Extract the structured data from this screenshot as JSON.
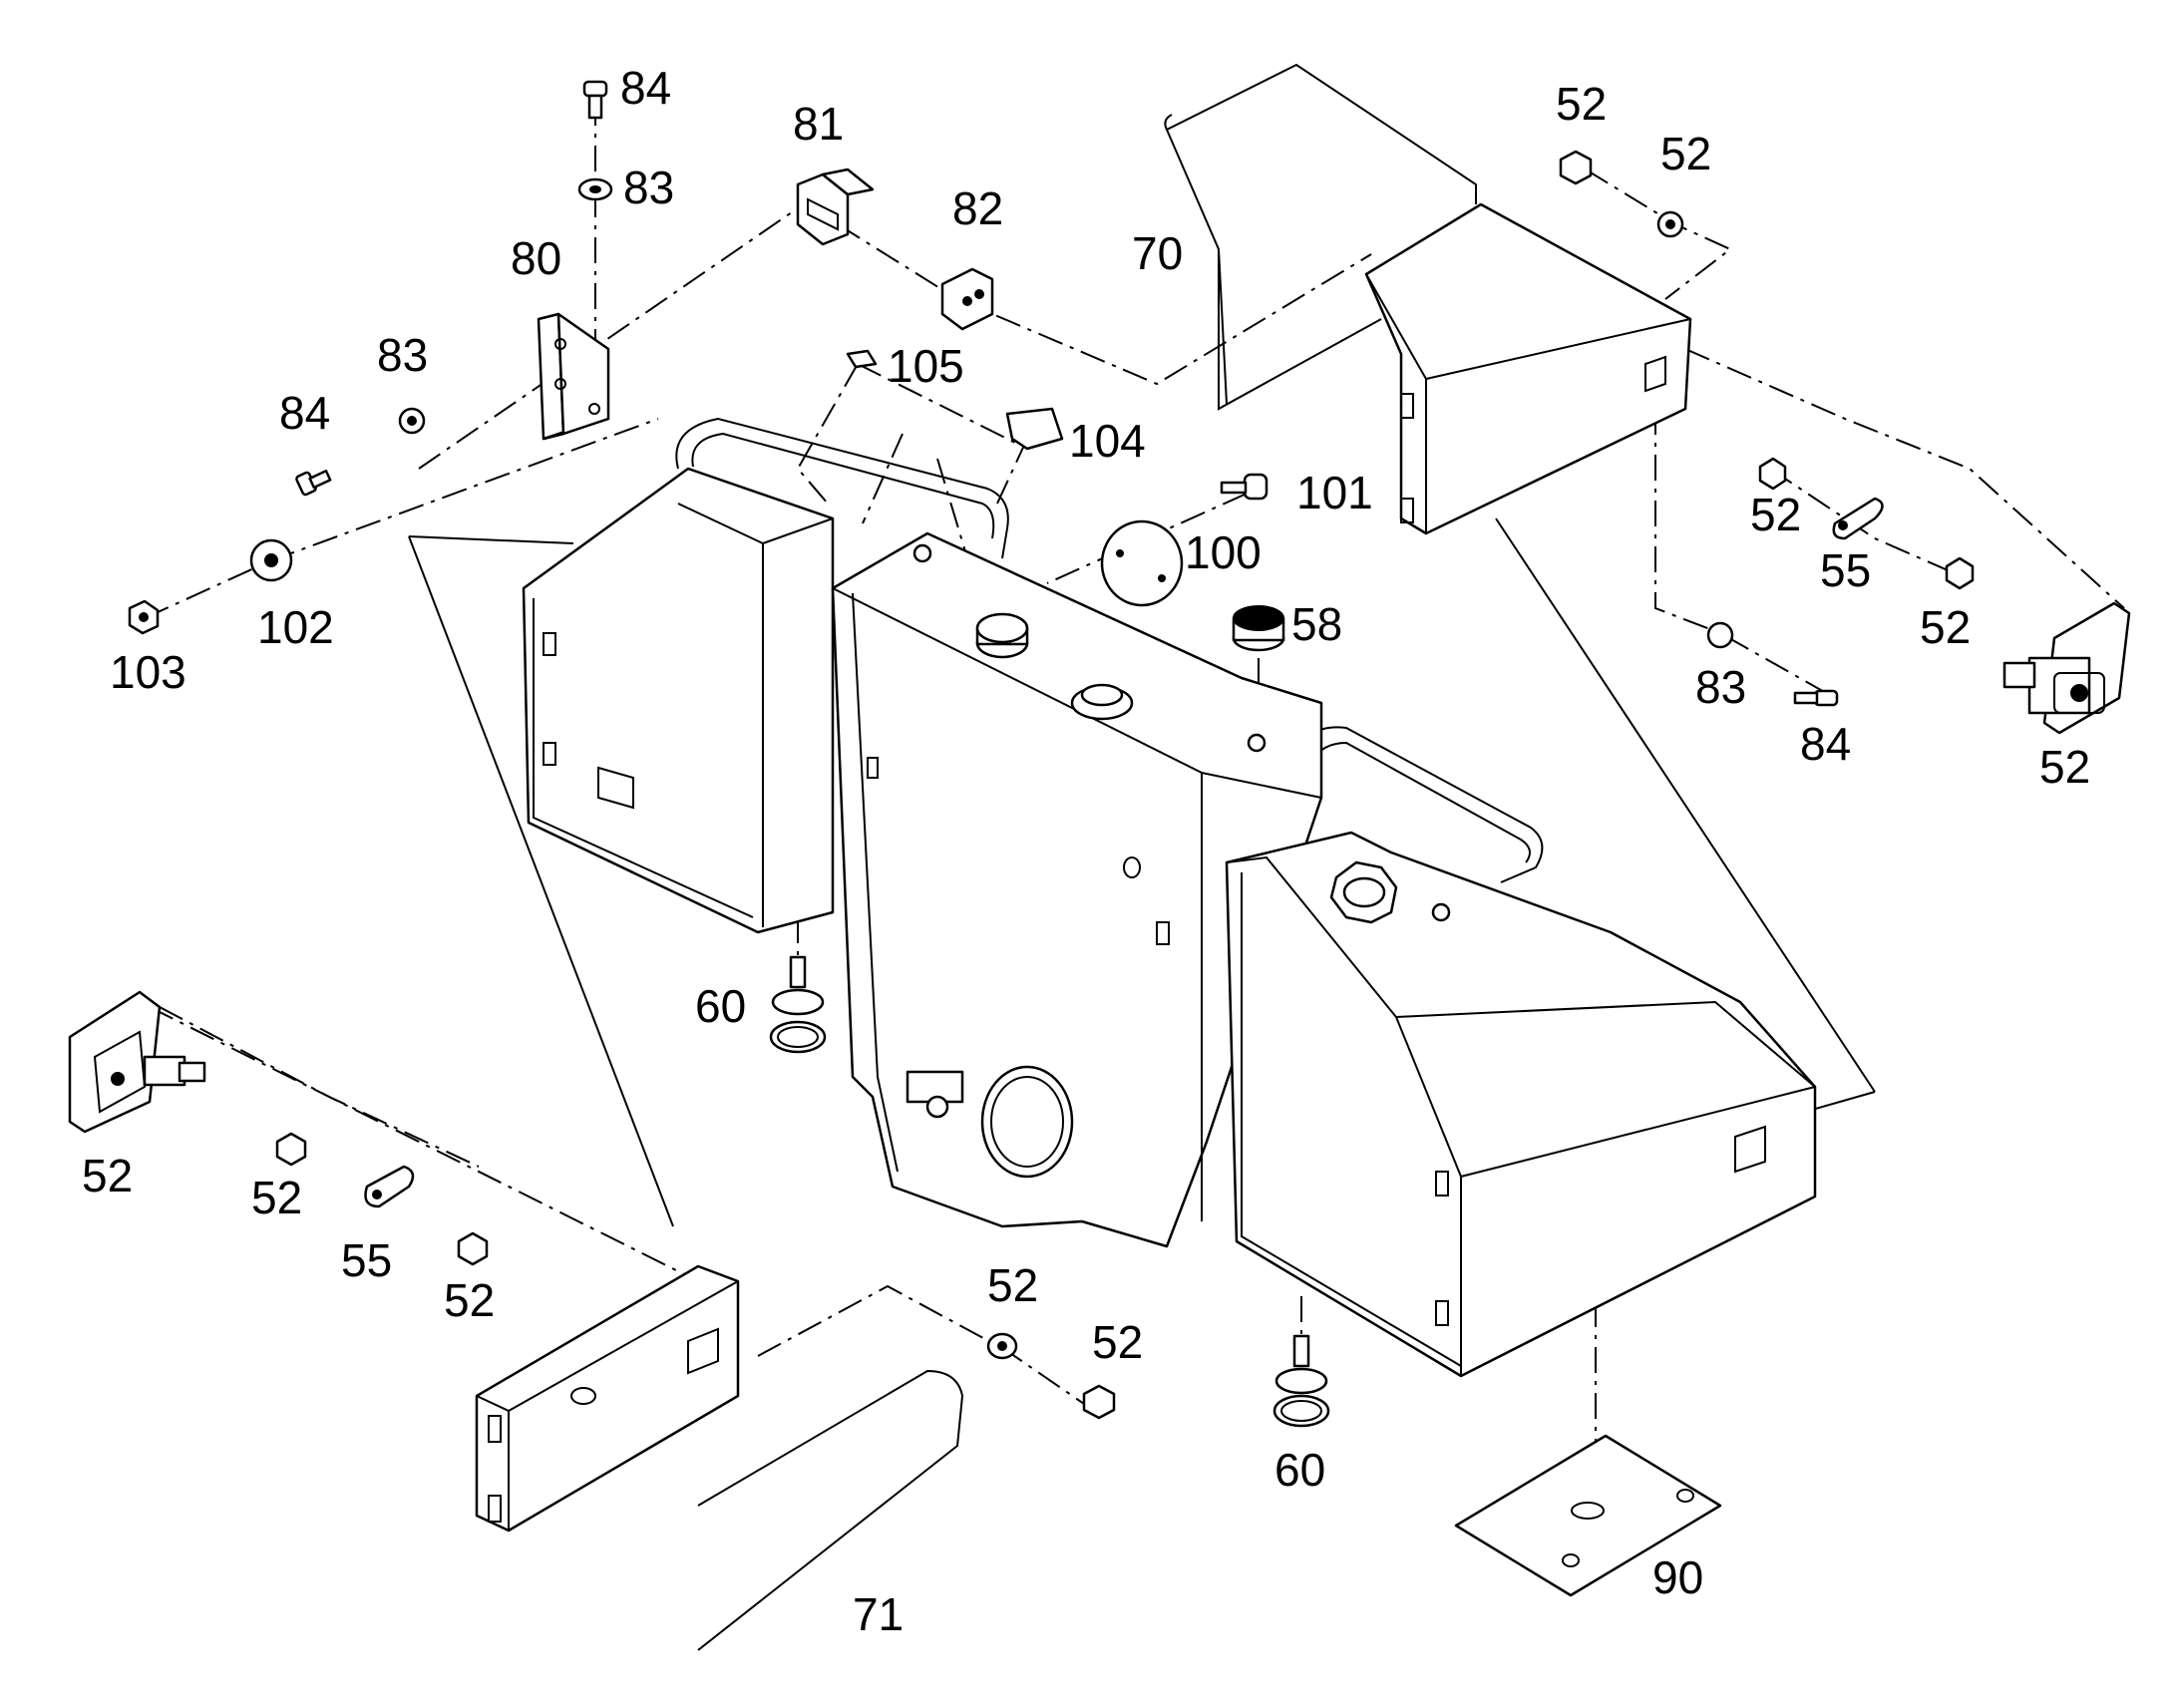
{
  "callouts": [
    {
      "id": "c84a",
      "text": "84"
    },
    {
      "id": "c83a",
      "text": "83"
    },
    {
      "id": "c81",
      "text": "81"
    },
    {
      "id": "c82",
      "text": "82"
    },
    {
      "id": "c80",
      "text": "80"
    },
    {
      "id": "c83b",
      "text": "83"
    },
    {
      "id": "c84b",
      "text": "84"
    },
    {
      "id": "c102",
      "text": "102"
    },
    {
      "id": "c103",
      "text": "103"
    },
    {
      "id": "c105",
      "text": "105"
    },
    {
      "id": "c104",
      "text": "104"
    },
    {
      "id": "c70",
      "text": "70"
    },
    {
      "id": "c101",
      "text": "101"
    },
    {
      "id": "c100",
      "text": "100"
    },
    {
      "id": "c58",
      "text": "58"
    },
    {
      "id": "c52a",
      "text": "52"
    },
    {
      "id": "c52b",
      "text": "52"
    },
    {
      "id": "c52c",
      "text": "52"
    },
    {
      "id": "c55a",
      "text": "55"
    },
    {
      "id": "c52d",
      "text": "52"
    },
    {
      "id": "c83c",
      "text": "83"
    },
    {
      "id": "c84c",
      "text": "84"
    },
    {
      "id": "c52e",
      "text": "52"
    },
    {
      "id": "c60a",
      "text": "60"
    },
    {
      "id": "c52f",
      "text": "52"
    },
    {
      "id": "c52g",
      "text": "52"
    },
    {
      "id": "c55b",
      "text": "55"
    },
    {
      "id": "c52h",
      "text": "52"
    },
    {
      "id": "c52i",
      "text": "52"
    },
    {
      "id": "c52j",
      "text": "52"
    },
    {
      "id": "c60b",
      "text": "60"
    },
    {
      "id": "c71",
      "text": "71"
    },
    {
      "id": "c90",
      "text": "90"
    }
  ]
}
